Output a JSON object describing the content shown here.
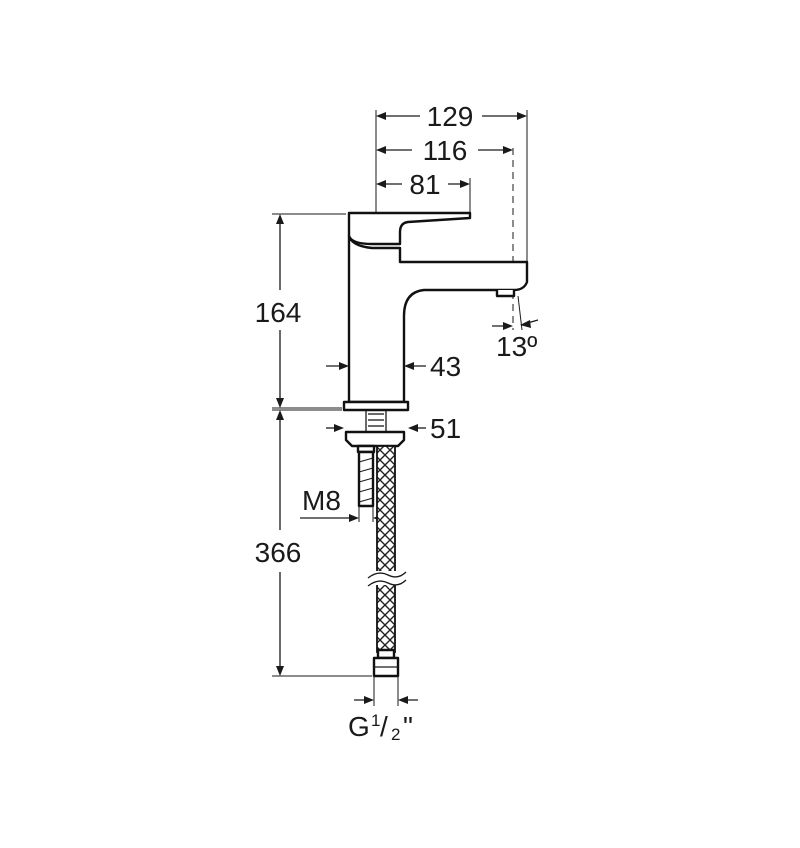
{
  "drawing": {
    "colors": {
      "line": "#1a1a1a",
      "background": "#ffffff"
    },
    "dimensions": {
      "overall_reach": "129",
      "spout_reach": "116",
      "handle_length": "81",
      "height_above_deck": "164",
      "body_width": "43",
      "base_width": "51",
      "angle": "13º",
      "thread": "M8",
      "hose_length": "366",
      "connection_main": "G",
      "connection_frac_num": "1",
      "connection_frac_den": "2",
      "connection_inch": "\""
    }
  }
}
